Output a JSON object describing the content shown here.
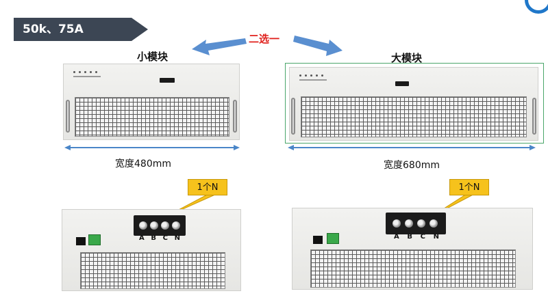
{
  "header": {
    "tag_label": "50k、75A"
  },
  "choose_label": "二选一",
  "left": {
    "module_label": "小模块",
    "width_label": "宽度480mm",
    "callout": "1个N",
    "terminal_letters": [
      "A",
      "B",
      "C",
      "N"
    ]
  },
  "right": {
    "module_label": "大模块",
    "width_label": "宽度680mm",
    "callout": "1个N",
    "terminal_letters": [
      "A",
      "B",
      "C",
      "N"
    ]
  },
  "colors": {
    "tag_bg": "#3c4654",
    "choose_text": "#e0201c",
    "arrow_fill": "#5a8fd0",
    "width_line": "#4a86c8",
    "callout_bg": "#f6c21c",
    "highlight_frame": "#4aa66a"
  }
}
